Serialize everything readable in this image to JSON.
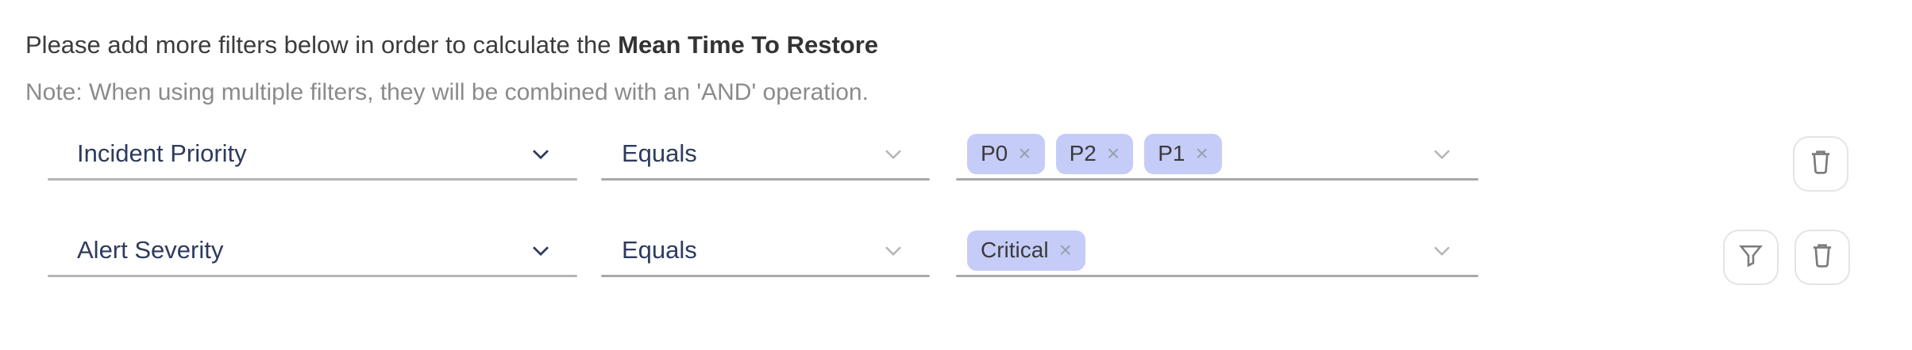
{
  "header": {
    "intro": "Please add more filters below in order to calculate the",
    "metric": "Mean Time To Restore",
    "note": "Note: When using multiple filters, they will be combined with an 'AND' operation."
  },
  "rows": [
    {
      "field_label": "Incident Priority",
      "operator_label": "Equals",
      "values": [
        {
          "label": "P0"
        },
        {
          "label": "P2"
        },
        {
          "label": "P1"
        }
      ]
    },
    {
      "field_label": "Alert Severity",
      "operator_label": "Equals",
      "values": [
        {
          "label": "Critical"
        }
      ]
    }
  ],
  "symbols": {
    "remove": "×"
  },
  "colors": {
    "chip_bg": "#c6ccf8",
    "field_text": "#2d3b5e",
    "underline": "#a9a9a9",
    "note_text": "#8b8b8b",
    "button_border": "#e4e4e4"
  }
}
